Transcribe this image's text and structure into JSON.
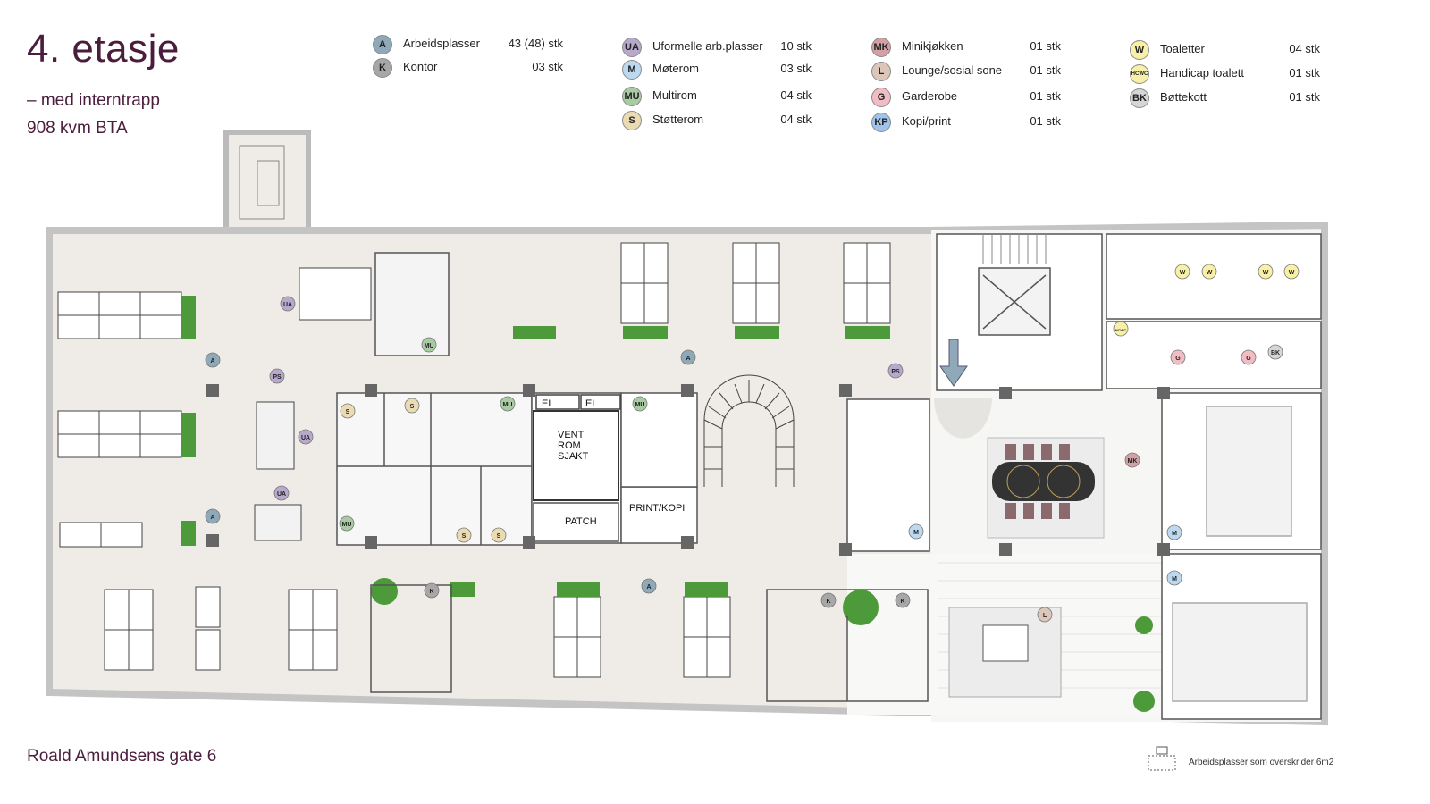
{
  "header": {
    "title": "4. etasje",
    "subtitle": "– med interntrapp",
    "area": "908 kvm BTA"
  },
  "footer": {
    "address": "Roald Amundsens gate 6",
    "note": "Arbeidsplasser som overskrider 6m2"
  },
  "legend": [
    {
      "code": "A",
      "label": "Arbeidsplasser",
      "count": "43 (48) stk",
      "color": "#8fa9b8"
    },
    {
      "code": "K",
      "label": "Kontor",
      "count": "03 stk",
      "color": "#a7a7a7"
    },
    {
      "code": "UA",
      "label": "Uformelle arb.plasser",
      "count": "10 stk",
      "color": "#b7a8cc"
    },
    {
      "code": "M",
      "label": "Møterom",
      "count": "03 stk",
      "color": "#bcd9ef"
    },
    {
      "code": "MU",
      "label": "Multirom",
      "count": "04 stk",
      "color": "#a9cba3"
    },
    {
      "code": "S",
      "label": "Støtterom",
      "count": "04 stk",
      "color": "#eadbb2"
    },
    {
      "code": "MK",
      "label": "Minikjøkken",
      "count": "01 stk",
      "color": "#d3a0a5"
    },
    {
      "code": "L",
      "label": "Lounge/sosial sone",
      "count": "01 stk",
      "color": "#dcc6b9"
    },
    {
      "code": "G",
      "label": "Garderobe",
      "count": "01 stk",
      "color": "#f1bcc4"
    },
    {
      "code": "KP",
      "label": "Kopi/print",
      "count": "01 stk",
      "color": "#9fc3ea"
    },
    {
      "code": "W",
      "label": "Toaletter",
      "count": "04 stk",
      "color": "#f7f0a6"
    },
    {
      "code": "HCWC",
      "label": "Handicap toalett",
      "count": "01 stk",
      "color": "#f7f0a6"
    },
    {
      "code": "BK",
      "label": "Bøttekott",
      "count": "01 stk",
      "color": "#d6d6d6"
    }
  ],
  "plan": {
    "room_labels": {
      "el1": "EL",
      "el2": "EL",
      "vent1": "VENT",
      "vent2": "ROM",
      "vent3": "SJAKT",
      "patch": "PATCH",
      "print": "PRINT/KOPI"
    },
    "markers": [
      {
        "code": "UA"
      },
      {
        "code": "PS"
      },
      {
        "code": "UA"
      },
      {
        "code": "UA"
      },
      {
        "code": "A"
      },
      {
        "code": "A"
      },
      {
        "code": "A"
      },
      {
        "code": "A"
      },
      {
        "code": "MU"
      },
      {
        "code": "MU"
      },
      {
        "code": "MU"
      },
      {
        "code": "MU"
      },
      {
        "code": "S"
      },
      {
        "code": "S"
      },
      {
        "code": "S"
      },
      {
        "code": "S"
      },
      {
        "code": "PS"
      },
      {
        "code": "K"
      },
      {
        "code": "K"
      },
      {
        "code": "K"
      },
      {
        "code": "M"
      },
      {
        "code": "M"
      },
      {
        "code": "M"
      },
      {
        "code": "MK"
      },
      {
        "code": "L"
      },
      {
        "code": "G"
      },
      {
        "code": "G"
      },
      {
        "code": "BK"
      },
      {
        "code": "W"
      },
      {
        "code": "W"
      },
      {
        "code": "W"
      },
      {
        "code": "W"
      },
      {
        "code": "HCWC"
      }
    ]
  },
  "colors": {
    "title": "#4a1d3d",
    "floor": "#efece8",
    "wall": "#c9c9c9",
    "plant": "#4d9a3a"
  }
}
